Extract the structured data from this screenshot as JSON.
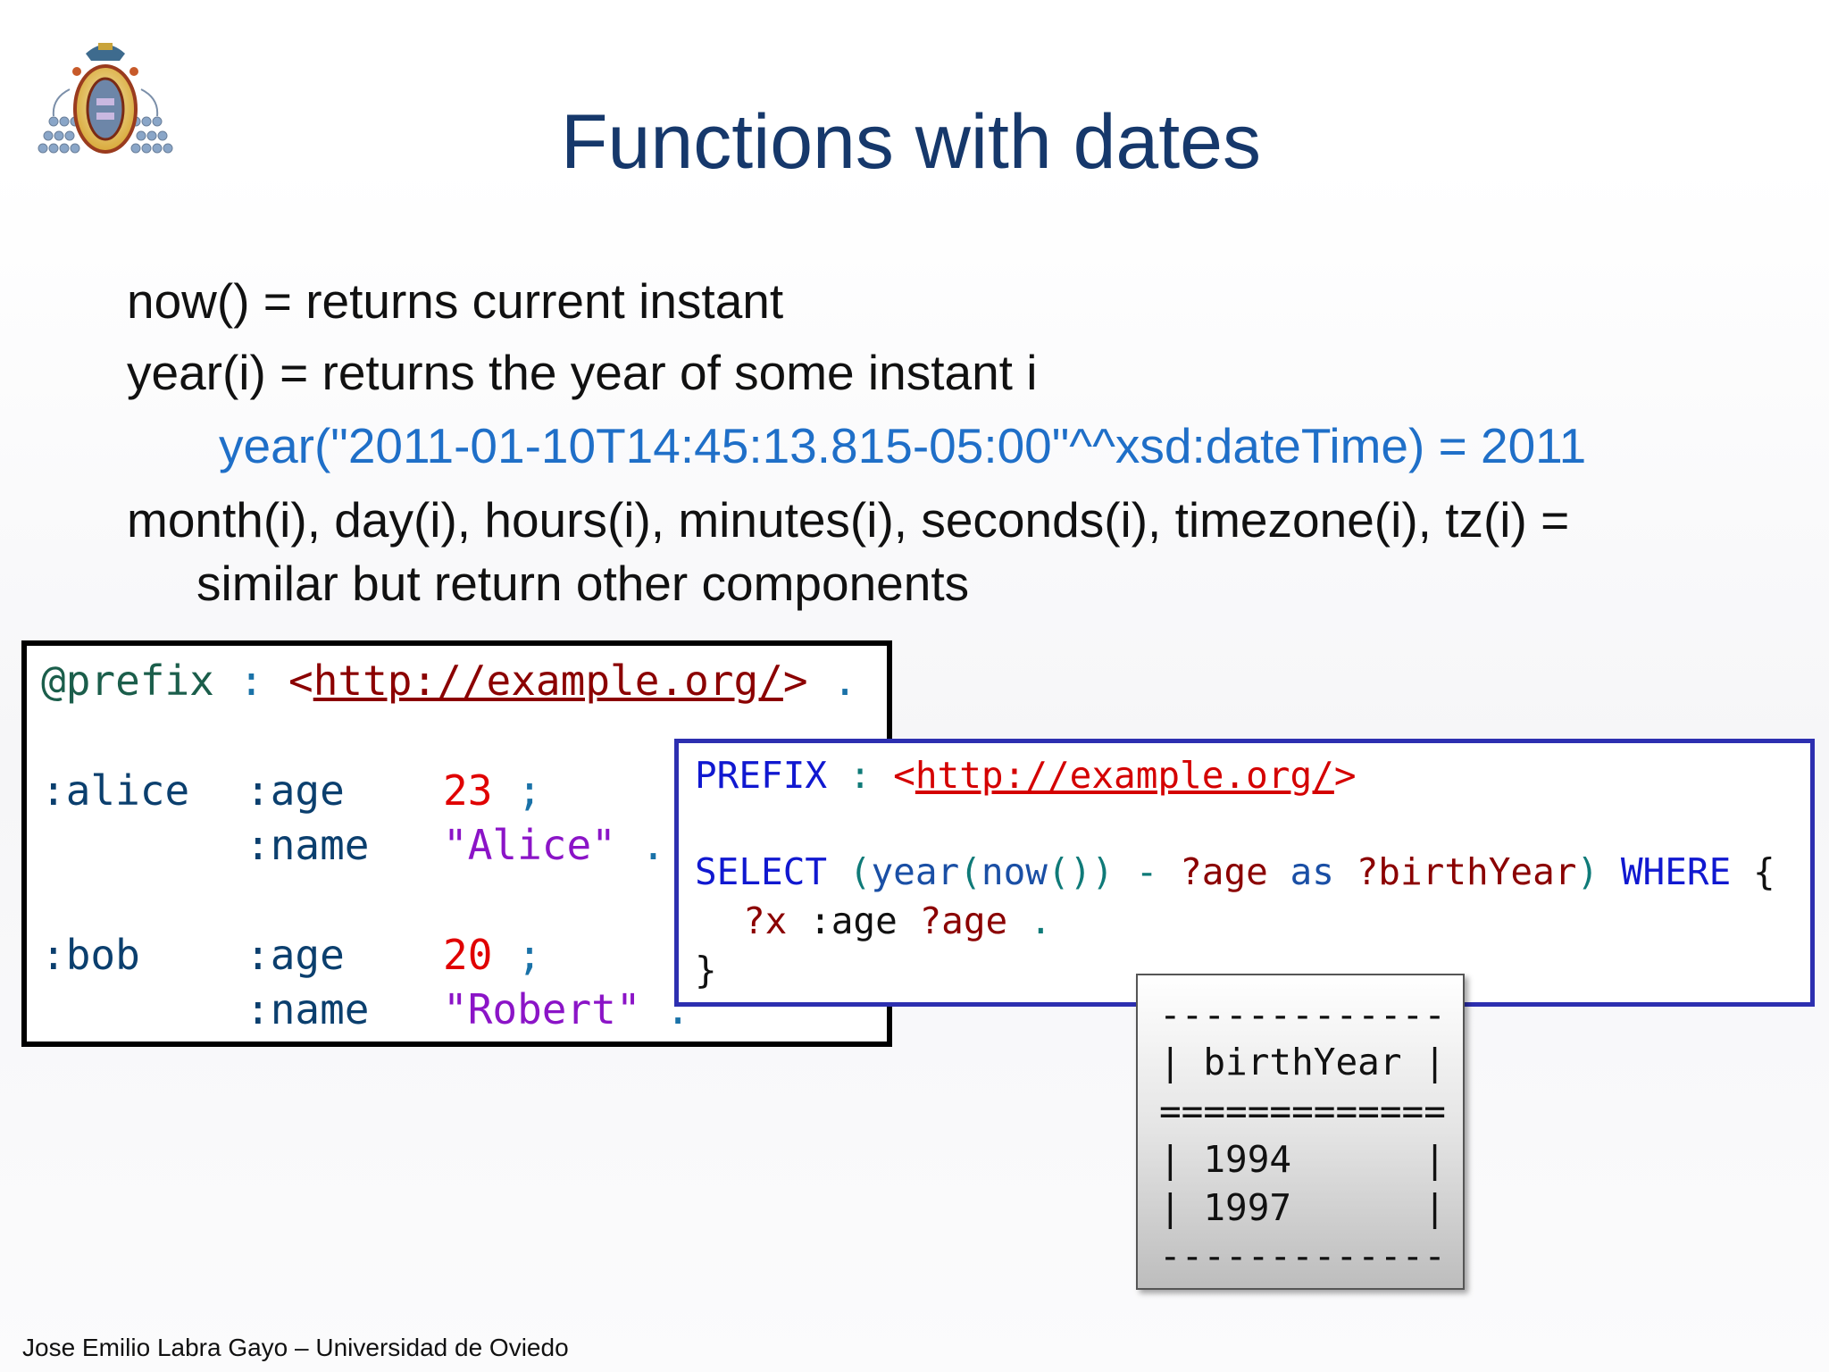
{
  "slide": {
    "title": "Functions with dates",
    "bullets": {
      "now": "now() = returns current instant",
      "year": "year(i) = returns the year of some instant i",
      "year_example": "year(\"2011-01-10T14:45:13.815-05:00\"^^xsd:dateTime) = 2011",
      "others_line1": "month(i), day(i), hours(i), minutes(i), seconds(i), timezone(i), tz(i) =",
      "others_line2": "similar but return other components"
    },
    "footer": "Jose Emilio Labra Gayo – Universidad de Oviedo"
  },
  "turtle": {
    "prefix_kw": "@prefix",
    "colon": ":",
    "iri_open": "<",
    "iri": "http://example.org/",
    "iri_close": ">",
    "dot": ".",
    "semicolon": ";",
    "alice": ":alice",
    "bob": ":bob",
    "age_prop": ":age",
    "name_prop": ":name",
    "alice_age": "23",
    "alice_name": "\"Alice\"",
    "bob_age": "20",
    "bob_name": "\"Robert\""
  },
  "query": {
    "prefix_kw": "PREFIX",
    "colon": ":",
    "iri_open": "<",
    "iri": "http://example.org/",
    "iri_close": ">",
    "select_kw": "SELECT",
    "open_paren": "(",
    "year_fn": "year",
    "now_fn": "now",
    "parens_close": "())",
    "minus": "-",
    "age_var": "?age",
    "as_kw": "as",
    "birth_var": "?birthYear",
    "close_paren": ")",
    "where_kw": "WHERE",
    "open_brace": "{",
    "x_var": "?x",
    "age_prop": ":age",
    "dot": ".",
    "close_brace": "}"
  },
  "result": {
    "border_top": "-------------",
    "header": "| birthYear |",
    "separator": "=============",
    "rows": [
      "| 1994      |",
      "| 1997      |"
    ],
    "border_bottom": "-------------"
  }
}
